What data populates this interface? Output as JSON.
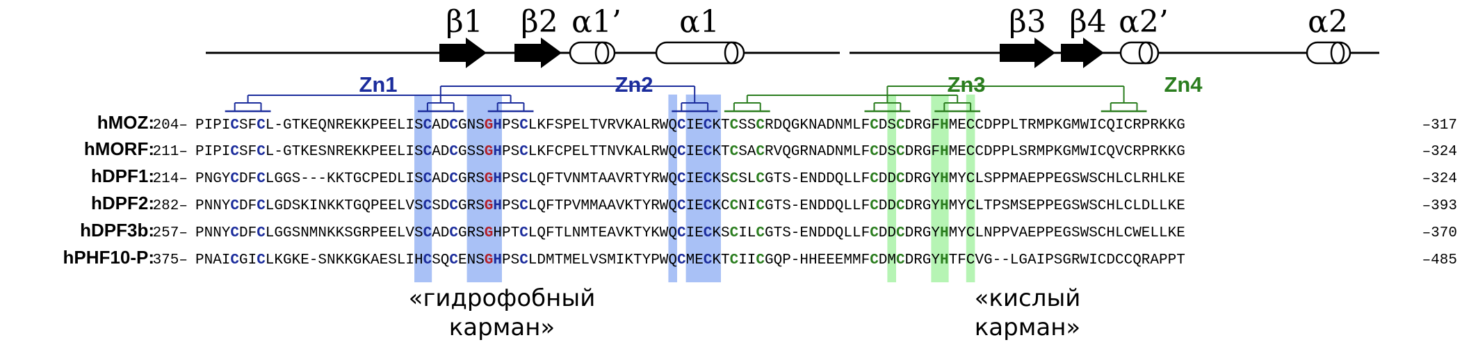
{
  "colors": {
    "blue": "#1b2c9c",
    "green": "#2a7d1e",
    "red": "#b3202a",
    "blue_highlight": "#a9c1f6",
    "green_highlight": "#b6f4b4",
    "black": "#000000"
  },
  "secondary_structure": [
    {
      "label": "β1",
      "type": "strand"
    },
    {
      "label": "β2",
      "type": "strand"
    },
    {
      "label": "α1’",
      "type": "short-helix"
    },
    {
      "label": "α1",
      "type": "long-helix"
    },
    {
      "label": "β3",
      "type": "strand"
    },
    {
      "label": "β4",
      "type": "strand"
    },
    {
      "label": "α2’",
      "type": "short-helix"
    },
    {
      "label": "α2",
      "type": "short-helix"
    }
  ],
  "zinc_fingers": [
    {
      "label": "Zn1",
      "color": "blue"
    },
    {
      "label": "Zn2",
      "color": "blue"
    },
    {
      "label": "Zn3",
      "color": "green"
    },
    {
      "label": "Zn4",
      "color": "green"
    }
  ],
  "sequences": [
    {
      "name": "hMOZ:",
      "start": "204–",
      "end": "–317",
      "seq": "PIPICSFCL-GTKEQNREKKPEELISCADCGNSGHPSCLKFSPELTVRVKALRWQCIECKTCSSCRDQGKNADNMLFCDSCDRGFHMECCDPPLTRMPKGMWICQICRPRKKG"
    },
    {
      "name": "hMORF:",
      "start": "211–",
      "end": "–324",
      "seq": "PIPICSFCL-GTKESNREKKPEELISCADCGSSGHPSCLKFCPELTTNVKALRWQCIECKTCSACRVQGRNADNMLFCDSCDRGFHMECCDPPLSRMPKGMWICQVCRPRKKG"
    },
    {
      "name": "hDPF1:",
      "start": "214–",
      "end": "–324",
      "seq": "PNGYCDFCLGGS---KKTGCPEDLISCADCGRSGHPSCLQFTVNMTAAVRTYRWQCIECKSCSLCGTS-ENDDQLLFCDDCDRGYHMYCLSPPMAEPPEGSWSCHLCLRHLKE"
    },
    {
      "name": "hDPF2:",
      "start": "282–",
      "end": "–393",
      "seq": "PNNYCDFCLGDSKINKKTGQPEELVSCSDCGRSGHPSCLQFTPVMMAAVKTYRWQCIECKCCNICGTS-ENDDQLLFCDDCDRGYHMYCLTPSMSEPPEGSWSCHLCLDLLKE"
    },
    {
      "name": "hDPF3b:",
      "start": "257–",
      "end": "–370",
      "seq": "PNNYCDFCLGGSNMNKKSGRPEELVSCADCGRSGHPTCLQFTLNMTEAVKTYKWQCIECKSCILCGTS-ENDDQLLFCDDCDRGYHMYCLNPPVAEPPEGSWSCHLCWELLKE"
    },
    {
      "name": "hPHF10-P:",
      "start": "375–",
      "end": "–485",
      "seq": "PNAICGICLKGKE-SNKKGKAESLIHCSQCENSGHPSCLDMTMELVSMIKTYPWQCMECKTCIICGQP-HHEEEMMFCDMCDRGYHTFCVG--LGAIPSGRWICDCCQRAPPT"
    }
  ],
  "pockets": [
    {
      "line1": "«гидрофобный",
      "line2": "карман»"
    },
    {
      "line1": "«кислый",
      "line2": "карман»"
    }
  ]
}
